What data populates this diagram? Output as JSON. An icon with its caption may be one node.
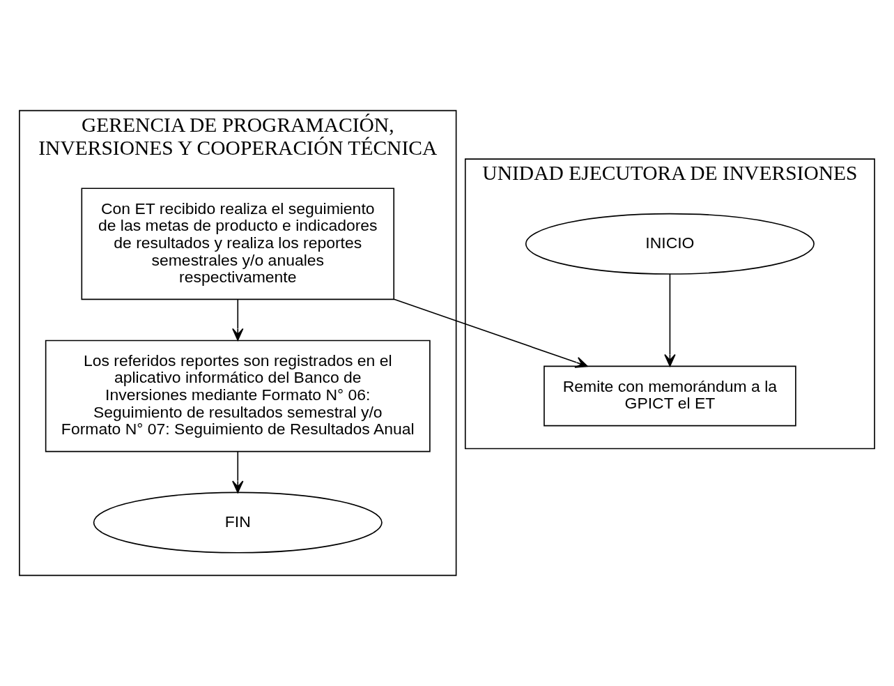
{
  "diagram": {
    "nodes": [
      {
        "text": [
          "GERENCIA DE PROGRAMACIÓN, INVERSIONES Y COOPERACIÓN TÉCNICA"
        ]
      },
      {
        "text": [
          "UNIDAD EJECUTORA DE INVERSIONES"
        ]
      },
      {
        "text": [
          "Con ET recibido realiza el seguimiento de las metas de producto e indicadores de resultados y realiza los reportes semestrales y/o anuales respectivamente"
        ],
        "in": 0
      },
      {
        "text": [
          "Los referidos reportes son registrados en el aplicativo informático del Banco de Inversiones mediante Formato N° 06: Seguimiento de resultados semestral y/o Formato N° 07: Seguimiento de Resultados Anual"
        ],
        "in": 0
      },
      {
        "text": [
          "FIN"
        ],
        "in": 0
      },
      {
        "text": [
          "INICIO"
        ],
        "in": 1
      },
      {
        "text": [
          "Remite con memorándum a la GPICT el ET"
        ],
        "in": 1
      }
    ],
    "edges": [
      {
        "from": 5,
        "to": 6,
        "arrow": "to"
      },
      {
        "from": 2,
        "to": 6,
        "arrow": "to"
      },
      {
        "from": 2,
        "to": 3,
        "arrow": "to"
      },
      {
        "from": 3,
        "to": 4,
        "arrow": "to"
      }
    ]
  }
}
